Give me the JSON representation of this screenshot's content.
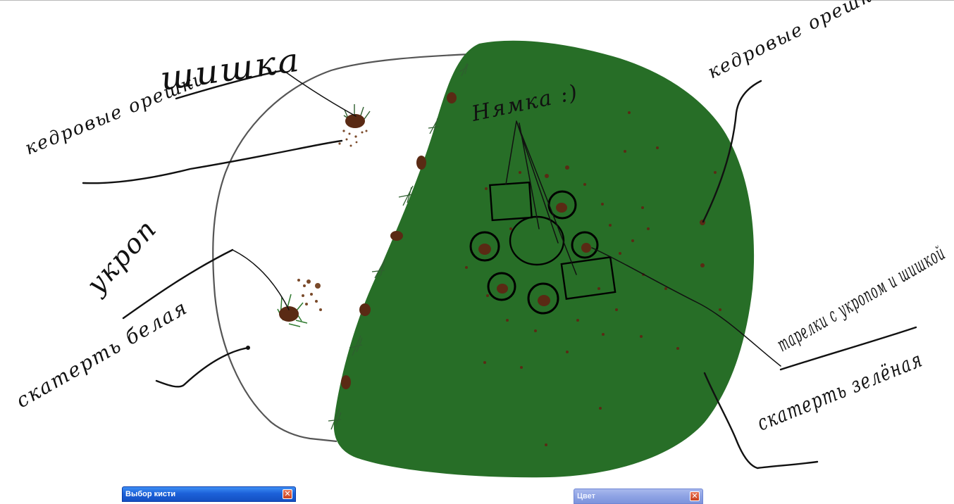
{
  "drawing": {
    "labels": {
      "shishka": "шишка",
      "kedrovye_oreshki_left": "кедровые орешки",
      "ukrop": "укроп",
      "skatert_belaya": "скатерть белая",
      "nyamka": "Нямка :)",
      "kedrovye_oreshki_right": "кедровые орешки",
      "tarelki": "тарелки с укропом и шишкой",
      "skatert_zelenaya": "скатерть зелёная"
    },
    "colors": {
      "tablecloth_green": "#276e27",
      "pine_cone_brown": "#5a2a14",
      "dill_green": "#2f7a2f",
      "white_cloth_outline": "#555555"
    }
  },
  "windows": {
    "brush_picker": {
      "title": "Выбор кисти",
      "close_icon": "close-icon"
    },
    "color_picker": {
      "title": "Цвет",
      "close_icon": "close-icon"
    }
  }
}
